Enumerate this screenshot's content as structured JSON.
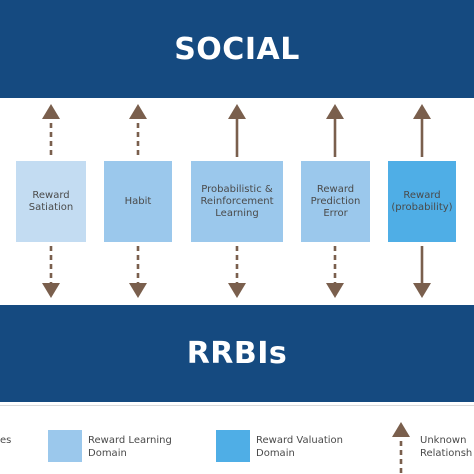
{
  "colors": {
    "band": "#154a80",
    "arrow": "#7a5f4d",
    "box_light": "#c3dcf2",
    "box_mid": "#9bc8ec",
    "box_dark": "#4faee6",
    "line": "#dadada"
  },
  "top_label": "SOCIAL",
  "bottom_label": "RRBIs",
  "boxes": [
    {
      "label": "Reward\nSatiation",
      "shade": "light",
      "arrow": "dashed"
    },
    {
      "label": "Habit",
      "shade": "mid",
      "arrow": "dashed"
    },
    {
      "label": "Probabilistic &\nReinforcement\nLearning",
      "shade": "mid",
      "arrow": "mixed"
    },
    {
      "label": "Reward\nPrediction\nError",
      "shade": "mid",
      "arrow": "mixed"
    },
    {
      "label": "Reward\n(probability)",
      "shade": "dark",
      "arrow": "solid"
    }
  ],
  "legend": [
    {
      "label": "es",
      "type": "cut"
    },
    {
      "label": "Reward Learning\nDomain",
      "type": "swatch-mid"
    },
    {
      "label": "Reward Valuation\nDomain",
      "type": "swatch-dark"
    },
    {
      "label": "Unknown\nRelationsh",
      "type": "arrow"
    }
  ]
}
